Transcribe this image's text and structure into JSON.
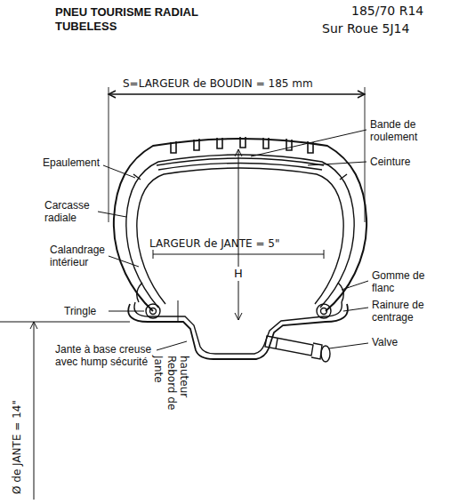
{
  "diagram": {
    "title": "PNEU TOURISME RADIAL TUBELESS",
    "labels": [
      "185/70 R14",
      "Sur Roue 5J14",
      "S=LARGEUR de BOUDIN = 185 mm",
      "Bande de roulement",
      "Epaulement",
      "Ceinture",
      "Carcasse radiale",
      "LARGEUR de JANTE = 5\"",
      "Calandrage intérieur",
      "H",
      "Gomme de flanc",
      "Tringle",
      "Rainure de centrage",
      "Valve",
      "Jante à base creuse avec hump sécurité",
      "hauteur Rebord de Jante",
      "Ø de JANTE = 14\""
    ]
  }
}
